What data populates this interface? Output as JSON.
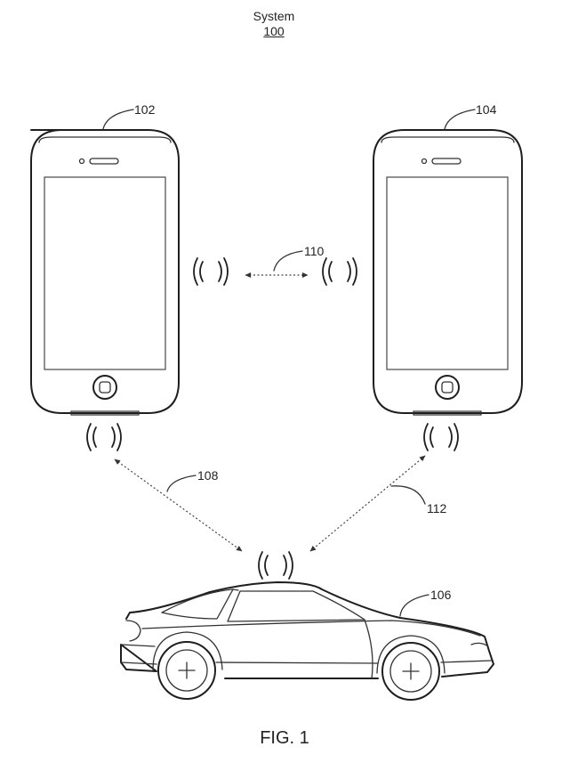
{
  "title": {
    "system_label": "System",
    "system_number": "100"
  },
  "labels": {
    "phone_left": "102",
    "phone_right": "104",
    "car": "106",
    "link_left_car": "108",
    "link_phones": "110",
    "link_right_car": "112"
  },
  "figure_caption": "FIG. 1"
}
